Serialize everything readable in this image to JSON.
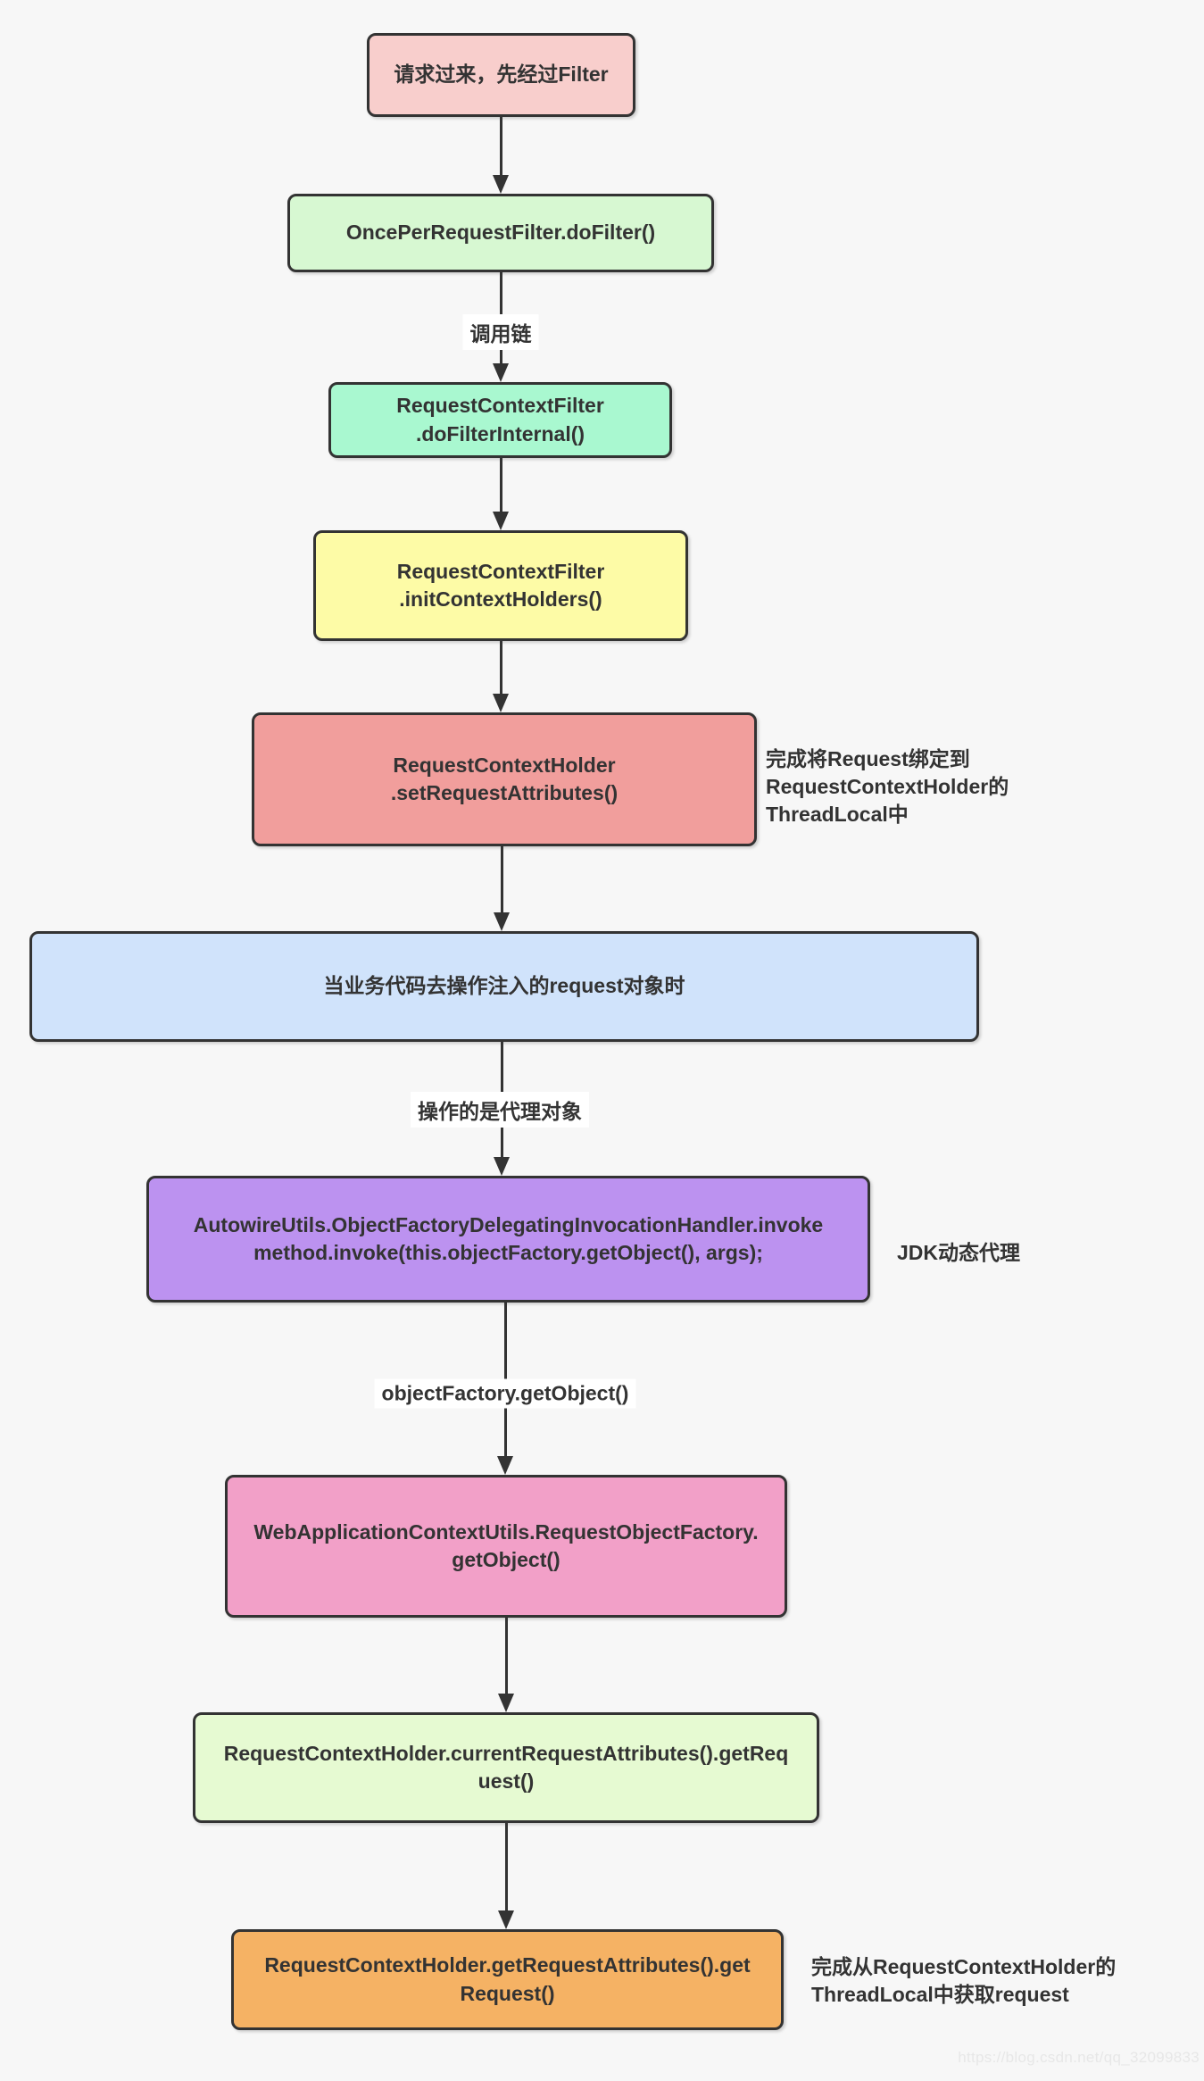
{
  "page": {
    "background": "#f7f7f7",
    "watermark": "https://blog.csdn.net/qq_32099833"
  },
  "diagram": {
    "nodes": [
      {
        "label": "请求过来，先经过Filter",
        "fill": "#f8cecc"
      },
      {
        "label": "OncePerRequestFilter.doFilter()",
        "fill": "#d7f8d2"
      },
      {
        "label": "RequestContextFilter\n.doFilterInternal()",
        "fill": "#a9f8d0"
      },
      {
        "label": "RequestContextFilter\n.initContextHolders()",
        "fill": "#fdfba6"
      },
      {
        "label": "RequestContextHolder\n.setRequestAttributes()",
        "fill": "#f19e9c"
      },
      {
        "label": "当业务代码去操作注入的request对象时",
        "fill": "#d0e3fb"
      },
      {
        "label": "AutowireUtils.ObjectFactoryDelegatingInvocationHandler.invoke\nmethod.invoke(this.objectFactory.getObject(), args);",
        "fill": "#bc92f0"
      },
      {
        "label": "WebApplicationContextUtils.RequestObjectFactory.\ngetObject()",
        "fill": "#f2a0c8"
      },
      {
        "label": "RequestContextHolder.currentRequestAttributes().getReq\nuest()",
        "fill": "#e6fad2"
      },
      {
        "label": "RequestContextHolder.getRequestAttributes().get\nRequest()",
        "fill": "#f5b264"
      }
    ],
    "edge_labels": [
      {
        "label": "调用链"
      },
      {
        "label": "操作的是代理对象"
      },
      {
        "label": "objectFactory.getObject()"
      }
    ],
    "annotations": [
      {
        "text": "完成将Request绑定到\nRequestContextHolder的\nThreadLocal中"
      },
      {
        "text": "JDK动态代理"
      },
      {
        "text": "完成从RequestContextHolder的\nThreadLocal中获取request"
      }
    ],
    "colors": {
      "border": "#333333",
      "arrow": "#333333",
      "text": "#333333"
    }
  }
}
